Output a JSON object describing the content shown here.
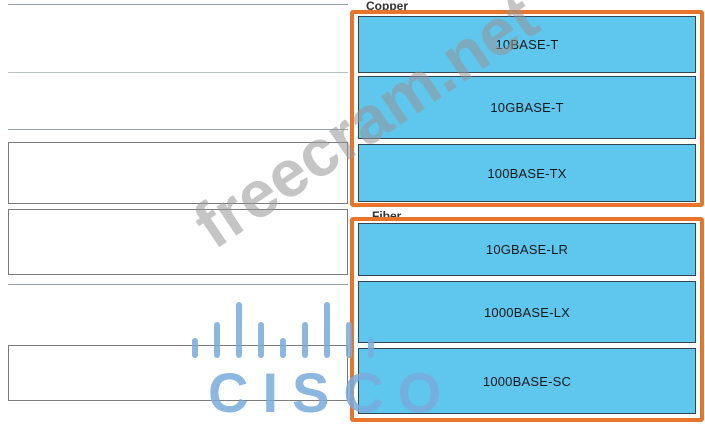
{
  "categories": [
    {
      "label": "Copper"
    },
    {
      "label": "Fiber"
    }
  ],
  "items": [
    {
      "label": "10BASE-T"
    },
    {
      "label": "10GBASE-T"
    },
    {
      "label": "100BASE-TX"
    },
    {
      "label": "10GBASE-LR"
    },
    {
      "label": "1000BASE-LX"
    },
    {
      "label": "1000BASE-SC"
    }
  ],
  "watermark": {
    "text": "freecram.net",
    "logo_text": "CISCO"
  },
  "colors": {
    "item_fill": "#5fc6ee",
    "frame": "#e8752c",
    "item_border": "#2f4553"
  }
}
